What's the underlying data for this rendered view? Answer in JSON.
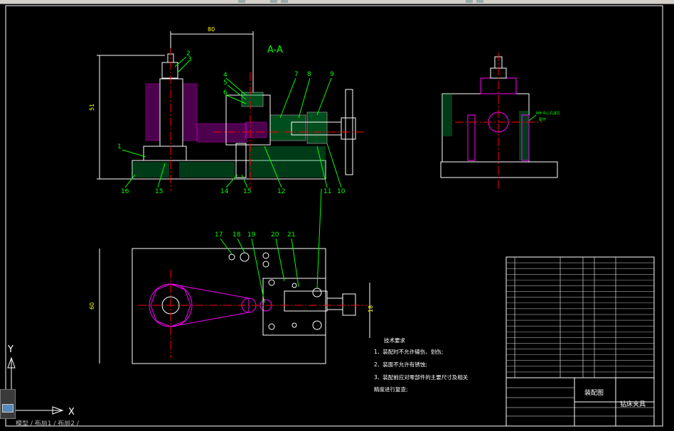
{
  "drawing": {
    "section_label": "A-A",
    "dims": {
      "top_width": "80",
      "left_height": "51",
      "plan_height": "60",
      "plan_right": "18"
    },
    "balloons_front": {
      "b1": "1",
      "b2": "2",
      "b3": "3",
      "b4": "4",
      "b5": "5",
      "b6": "6",
      "b7": "7",
      "b8": "8",
      "b9": "9",
      "b10": "10",
      "b11": "11",
      "b12": "12",
      "b14": "14",
      "b15a": "15",
      "b15b": "15",
      "b16": "16"
    },
    "balloons_plan": {
      "b17": "17",
      "b18": "18",
      "b19": "19",
      "b20": "20",
      "b21": "21"
    },
    "side_view_note_1": "M8 中心孔底孔",
    "side_view_note_2": "配作"
  },
  "tech_requirements": {
    "title": "技术要求",
    "items": [
      "1、装配时不允许磕伤、划伤;",
      "2、装面不允许有锈蚀;",
      "3、装配前应对零部件的主要尺寸及相关",
      "精度进行复查;"
    ]
  },
  "title_block": {
    "drawing_name": "装配图",
    "product_name": "钻床夹具"
  },
  "ucs": {
    "y_label": "Y",
    "x_label": "X"
  },
  "status": {
    "text": "模型 / 布局1 / 布局2 /"
  },
  "colors": {
    "background": "#000000",
    "outline": "#ffffff",
    "magenta": "#ff00ff",
    "green": "#00ff00",
    "red": "#ff0000",
    "yellow": "#ffff00"
  }
}
